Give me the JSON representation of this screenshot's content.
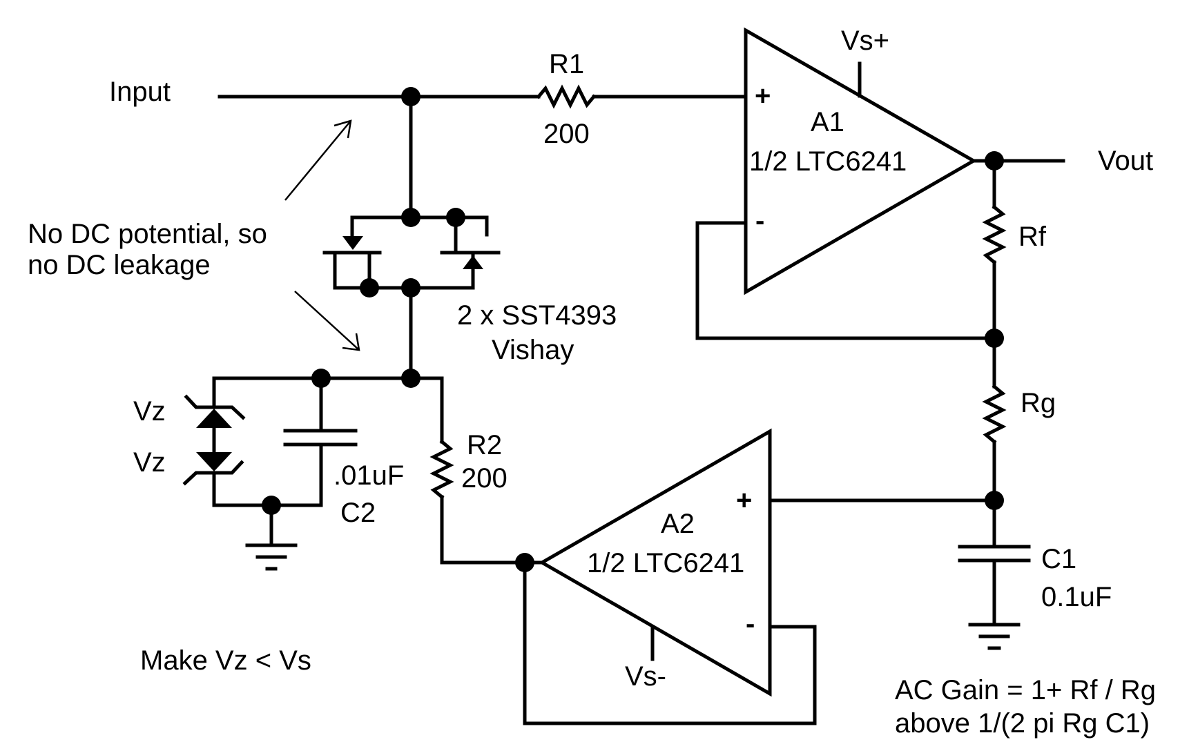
{
  "labels": {
    "input": "Input",
    "r1_name": "R1",
    "r1_value": "200",
    "vs_plus": "Vs+",
    "a1_name": "A1",
    "a1_part": "1/2 LTC6241",
    "vout": "Vout",
    "rf": "Rf",
    "rg": "Rg",
    "c1_name": "C1",
    "c1_value": "0.1uF",
    "a2_name": "A2",
    "a2_part": "1/2 LTC6241",
    "vs_minus": "Vs-",
    "r2_name": "R2",
    "r2_value": "200",
    "c2_value": ".01uF",
    "c2_name": "C2",
    "vz_top": "Vz",
    "vz_bottom": "Vz",
    "jfet_part": "2 x SST4393",
    "jfet_vendor": "Vishay",
    "note_line1": "No DC potential, so",
    "note_line2": "no DC leakage",
    "make_note": "Make Vz < Vs",
    "gain_line1": "AC Gain = 1+ Rf / Rg",
    "gain_line2": "above 1/(2 pi Rg C1)",
    "a1_plus": "+",
    "a1_minus": "-",
    "a2_plus": "+",
    "a2_minus": "-"
  },
  "colors": {
    "ink": "#000000",
    "background": "#ffffff"
  }
}
